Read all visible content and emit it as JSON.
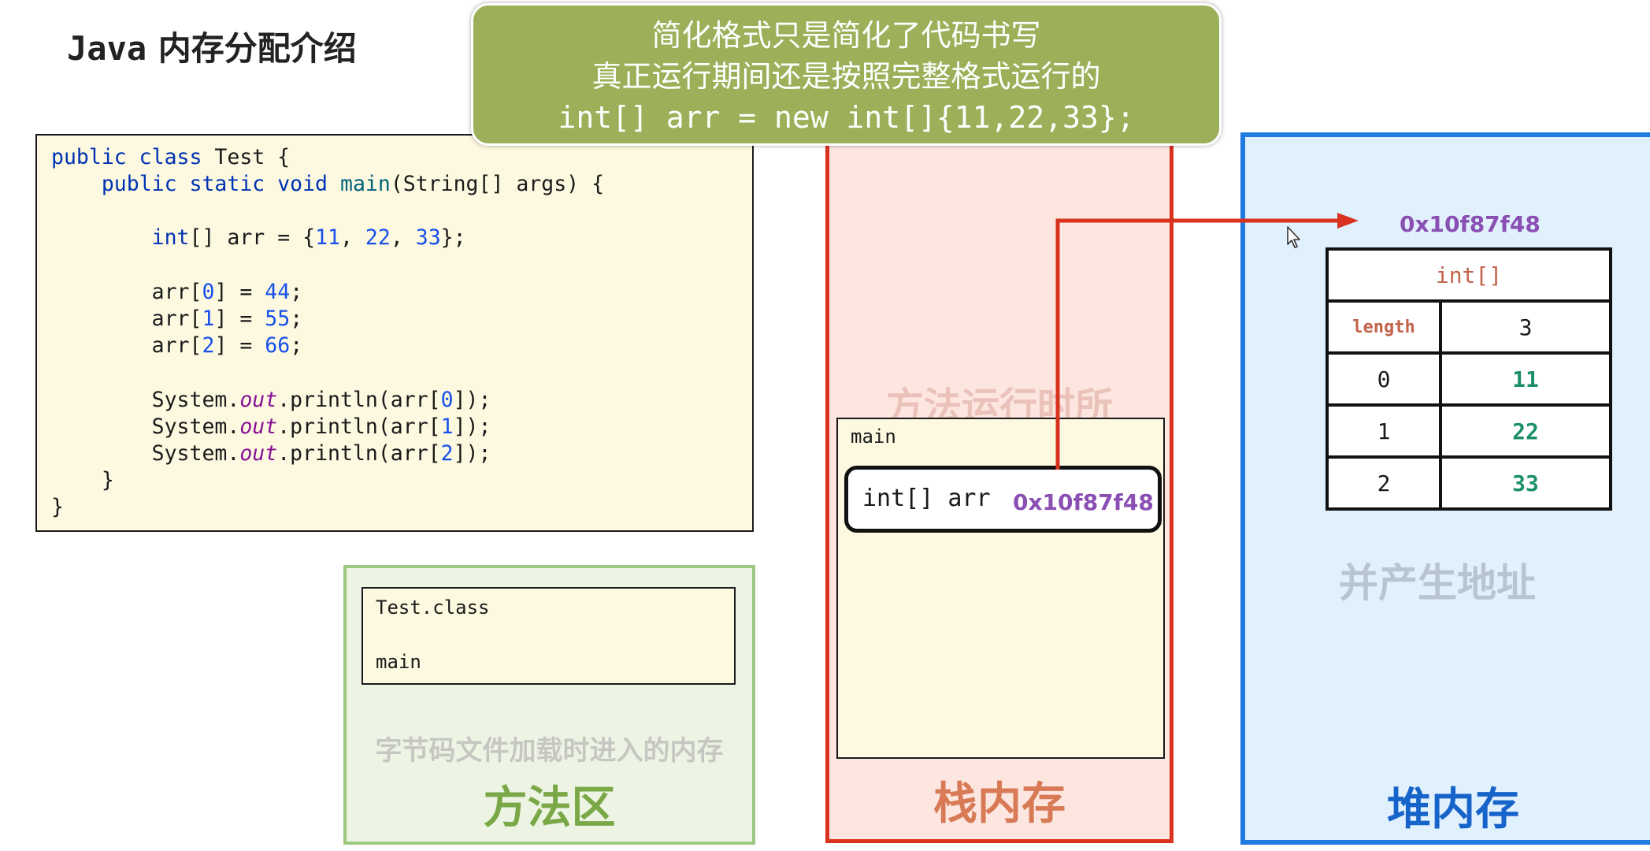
{
  "title": {
    "lang": "Java",
    "text": "内存分配介绍"
  },
  "callout": {
    "line1": "简化格式只是简化了代码书写",
    "line2": "真正运行期间还是按照完整格式运行的",
    "line3": "int[] arr = new int[]{11,22,33};"
  },
  "code": {
    "l1": {
      "kw": "public class",
      "rest": " Test {"
    },
    "l2": {
      "kw": "public static void",
      "fn": "main",
      "rest": "(String[] args) {"
    },
    "l3": {
      "type": "int",
      "mid": "[] arr = {",
      "n1": "11",
      "s1": ", ",
      "n2": "22",
      "s2": ", ",
      "n3": "33",
      "end": "};"
    },
    "l4": {
      "pre": "arr[",
      "idx": "0",
      "mid": "] = ",
      "val": "44",
      "end": ";"
    },
    "l5": {
      "pre": "arr[",
      "idx": "1",
      "mid": "] = ",
      "val": "55",
      "end": ";"
    },
    "l6": {
      "pre": "arr[",
      "idx": "2",
      "mid": "] = ",
      "val": "66",
      "end": ";"
    },
    "l7": {
      "pre": "System.",
      "st": "out",
      "mid": ".println(arr[",
      "idx": "0",
      "end": "]);"
    },
    "l8": {
      "pre": "System.",
      "st": "out",
      "mid": ".println(arr[",
      "idx": "1",
      "end": "]);"
    },
    "l9": {
      "pre": "System.",
      "st": "out",
      "mid": ".println(arr[",
      "idx": "2",
      "end": "]);"
    },
    "l10": "}",
    "l11": "}"
  },
  "method_area": {
    "class_name": "Test.class",
    "method": "main",
    "caption": "字节码文件加载时进入的内存",
    "title": "方法区"
  },
  "stack": {
    "caption": "方法运行时所",
    "frame": "main",
    "var_label": "int[] arr",
    "var_value": "0x10f87f48",
    "title": "栈内存"
  },
  "heap": {
    "address": "0x10f87f48",
    "type": "int[]",
    "length_label": "length",
    "length_value": "3",
    "indices": [
      "0",
      "1",
      "2"
    ],
    "values": [
      "11",
      "22",
      "33"
    ],
    "caption": "并产生地址",
    "title": "堆内存"
  },
  "colors": {
    "callout": "#9bb058",
    "stack_border": "#d9321e",
    "heap_border": "#1f7be0",
    "method_border": "#9cc97f",
    "arrow": "#d9321e",
    "address": "#8a4fb3"
  },
  "icons": {
    "cursor": "mouse-pointer-icon"
  }
}
